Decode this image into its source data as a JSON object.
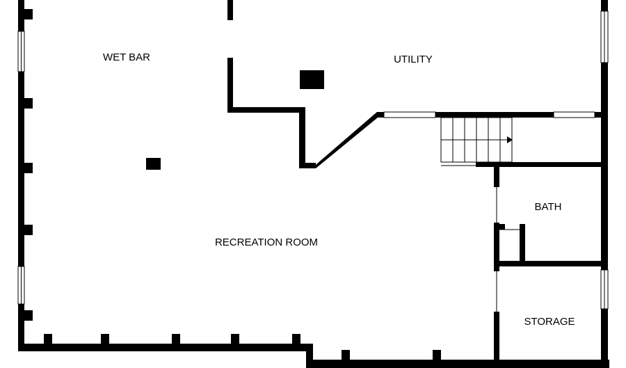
{
  "plan": {
    "background_color": "#ffffff",
    "wall_color": "#000000",
    "rooms": {
      "wet_bar": "WET BAR",
      "utility": "UTILITY",
      "recreation_room": "RECREATION ROOM",
      "bath": "BATH",
      "storage": "STORAGE"
    },
    "stair_direction_icon": "arrow-right-icon"
  }
}
